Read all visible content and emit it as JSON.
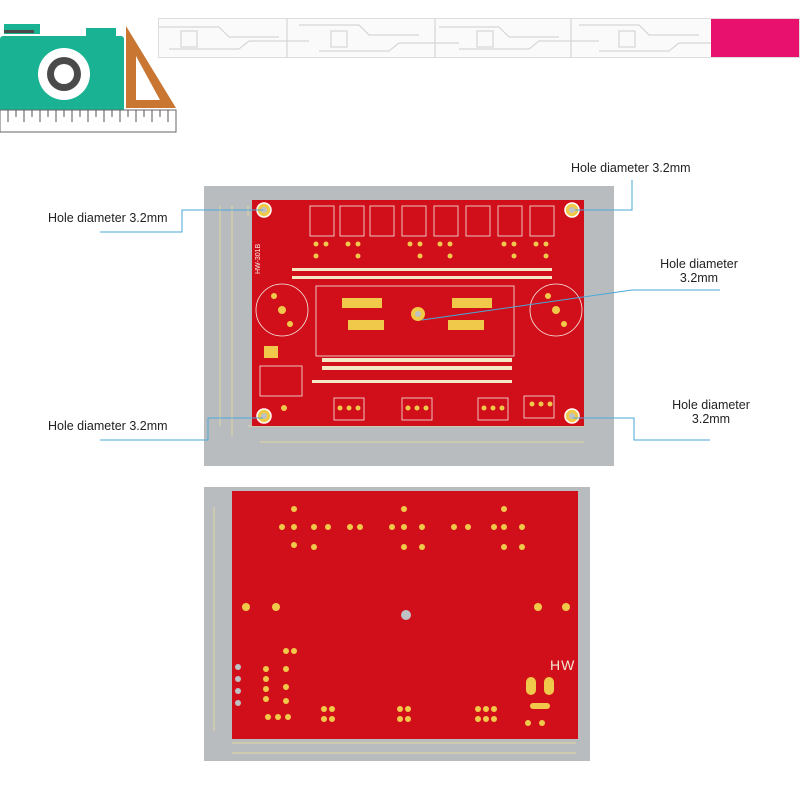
{
  "annotations": {
    "top_right": {
      "label": "Hole diameter",
      "value": "3.2mm"
    },
    "top_left": {
      "label": "Hole diameter",
      "value": "3.2mm"
    },
    "mid_right": {
      "label": "Hole diameter",
      "value": "3.2mm"
    },
    "bottom_left": {
      "label": "Hole diameter",
      "value": "3.2mm"
    },
    "bottom_right": {
      "label": "Hole diameter",
      "value": "3.2mm"
    }
  },
  "board": {
    "model": "HW-301B",
    "back_mark": "HW"
  },
  "colors": {
    "pcb_red": "#d10f1b",
    "pad_gold": "#f1c94a",
    "logo_teal": "#19b394",
    "logo_orange": "#c87632",
    "banner_accent": "#e8116e",
    "callout_line": "#4aa8d8"
  },
  "icons": {
    "logo": "camera-ruler-icon"
  }
}
